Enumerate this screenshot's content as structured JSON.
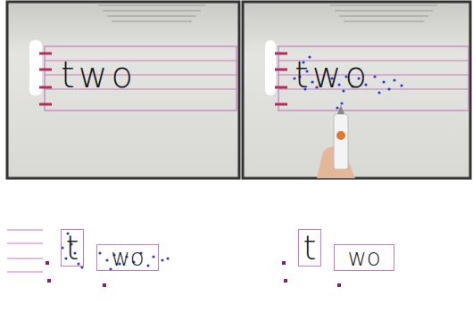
{
  "diagram": {
    "nodes": [
      {
        "text": [
          "t"
        ]
      },
      {
        "text": [
          "wo"
        ]
      },
      {
        "text": [
          "t"
        ]
      },
      {
        "text": [
          "wo"
        ]
      }
    ],
    "labels": [
      "two",
      "two"
    ]
  }
}
